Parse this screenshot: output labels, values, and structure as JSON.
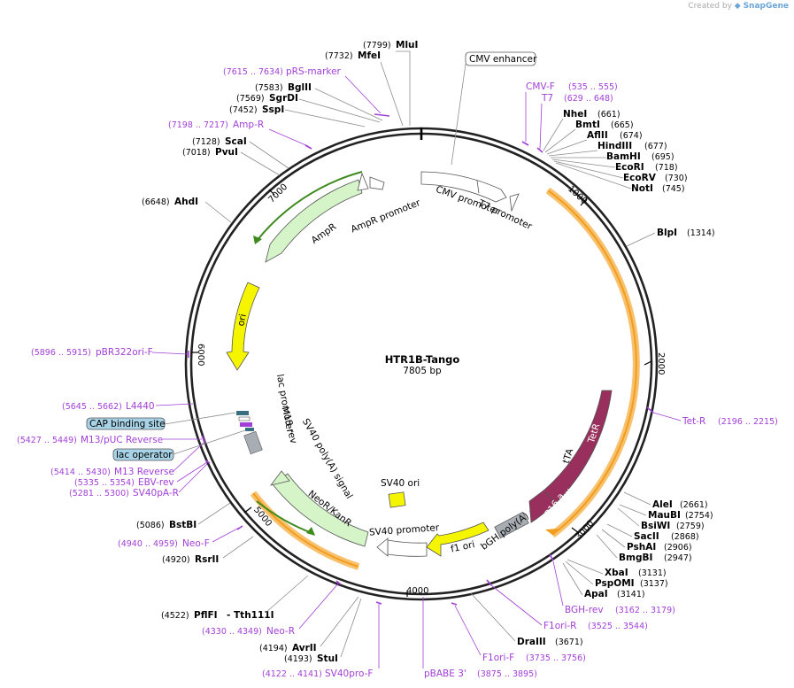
{
  "app": {
    "credit_prefix": "Created by",
    "credit_brand": "SnapGene"
  },
  "plasmid": {
    "name": "HTR1B-Tango",
    "length_label": "7805 bp",
    "length": 7805
  },
  "ruler_ticks": [
    "1000",
    "2000",
    "3000",
    "4000",
    "5000",
    "6000",
    "7000"
  ],
  "restriction_sites": [
    {
      "name": "MluI",
      "pos": "(7799)"
    },
    {
      "name": "MfeI",
      "pos": "(7732)"
    },
    {
      "name": "BglII",
      "pos": "(7583)"
    },
    {
      "name": "SgrDI",
      "pos": "(7569)"
    },
    {
      "name": "SspI",
      "pos": "(7452)"
    },
    {
      "name": "ScaI",
      "pos": "(7128)"
    },
    {
      "name": "PvuI",
      "pos": "(7018)"
    },
    {
      "name": "AhdI",
      "pos": "(6648)"
    },
    {
      "name": "NheI",
      "pos": "(661)"
    },
    {
      "name": "BmtI",
      "pos": "(665)"
    },
    {
      "name": "AflII",
      "pos": "(674)"
    },
    {
      "name": "HindIII",
      "pos": "(677)"
    },
    {
      "name": "BamHI",
      "pos": "(695)"
    },
    {
      "name": "EcoRI",
      "pos": "(718)"
    },
    {
      "name": "EcoRV",
      "pos": "(730)"
    },
    {
      "name": "NotI",
      "pos": "(745)"
    },
    {
      "name": "BlpI",
      "pos": "(1314)"
    },
    {
      "name": "AleI",
      "pos": "(2661)"
    },
    {
      "name": "MauBI",
      "pos": "(2754)"
    },
    {
      "name": "BsiWI",
      "pos": "(2759)"
    },
    {
      "name": "SacII",
      "pos": "(2868)"
    },
    {
      "name": "PshAI",
      "pos": "(2906)"
    },
    {
      "name": "BmgBI",
      "pos": "(2947)"
    },
    {
      "name": "XbaI",
      "pos": "(3131)"
    },
    {
      "name": "PspOMI",
      "pos": "(3137)"
    },
    {
      "name": "ApaI",
      "pos": "(3141)"
    },
    {
      "name": "DraIII",
      "pos": "(3671)"
    },
    {
      "name": "BstBI",
      "pos": "(5086)"
    },
    {
      "name": "RsrII",
      "pos": "(4920)"
    },
    {
      "name": "PflFI",
      "pos": "(4522)"
    },
    {
      "name": "- Tth111I",
      "pos": ""
    },
    {
      "name": "AvrII",
      "pos": "(4194)"
    },
    {
      "name": "StuI",
      "pos": "(4193)"
    }
  ],
  "primers": [
    {
      "name": "pRS-marker",
      "pos": "(7615 .. 7634)"
    },
    {
      "name": "Amp-R",
      "pos": "(7198 .. 7217)"
    },
    {
      "name": "CMV-F",
      "pos": "(535 .. 555)"
    },
    {
      "name": "T7",
      "pos": "(629 .. 648)"
    },
    {
      "name": "Tet-R",
      "pos": "(2196 .. 2215)"
    },
    {
      "name": "BGH-rev",
      "pos": "(3162 .. 3179)"
    },
    {
      "name": "F1ori-R",
      "pos": "(3525 .. 3544)"
    },
    {
      "name": "F1ori-F",
      "pos": "(3735 .. 3756)"
    },
    {
      "name": "pBABE 3'",
      "pos": "(3875 .. 3895)"
    },
    {
      "name": "SV40pro-F",
      "pos": "(4122 .. 4141)"
    },
    {
      "name": "Neo-R",
      "pos": "(4330 .. 4349)"
    },
    {
      "name": "Neo-F",
      "pos": "(4940 .. 4959)"
    },
    {
      "name": "SV40pA-R",
      "pos": "(5281 .. 5300)"
    },
    {
      "name": "EBV-rev",
      "pos": "(5335 .. 5354)"
    },
    {
      "name": "M13 Reverse",
      "pos": "(5414 .. 5430)"
    },
    {
      "name": "M13/pUC Reverse",
      "pos": "(5427 .. 5449)"
    },
    {
      "name": "L4440",
      "pos": "(5645 .. 5662)"
    },
    {
      "name": "pBR322ori-F",
      "pos": "(5896 .. 5915)"
    }
  ],
  "features": {
    "cmv_enhancer": "CMV enhancer",
    "cmv_promoter": "CMV promoter",
    "t7_promoter": "T7 promoter",
    "ampr_promoter": "AmpR promoter",
    "ampr": "AmpR",
    "ori": "ori",
    "lac_promoter": "lac promoter",
    "m13_rev": "M13 rev",
    "sv40_polya": "SV40 poly(A) signal",
    "cap_binding_site": "CAP binding site",
    "lac_operator": "lac operator",
    "neor_kanr": "NeoR/KanR",
    "sv40_promoter": "SV40 promoter",
    "sv40_ori": "SV40 ori",
    "f1_ori": "f1 ori",
    "bgh_polya": "bGH poly(A) signal",
    "tta": "tTA",
    "tetr": "TetR",
    "vp16": "VP16 a..."
  },
  "colors": {
    "primer": "#a13fd6",
    "ampr_fill": "#d5f5c9",
    "ori_fill": "#f5f500",
    "tetr_fill": "#992f5c",
    "orange_orf": "#f29d1f",
    "green_orf": "#3e8a1e",
    "terminator": "#a8adb3",
    "cap_box": "#a8d3e6"
  }
}
